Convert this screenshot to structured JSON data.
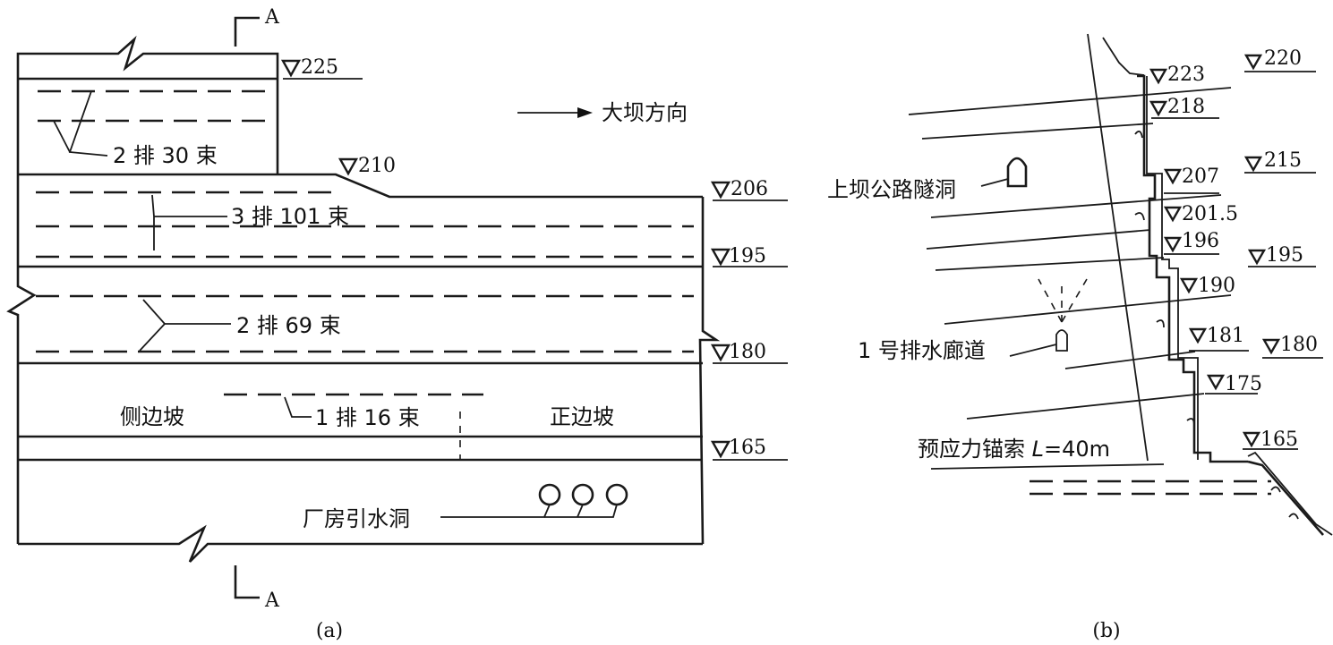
{
  "panel_a": {
    "section_mark_top": "A",
    "section_mark_bottom": "A",
    "direction_label": "大坝方向",
    "elevations": [
      "225",
      "210",
      "206",
      "195",
      "180",
      "165"
    ],
    "anchor_groups": [
      "2 排 30 束",
      "3 排 101 束",
      "2 排 69 束",
      "1 排 16 束"
    ],
    "side_slope": "侧边坡",
    "front_slope": "正边坡",
    "tunnel_label": "厂房引水洞",
    "caption": "(a)"
  },
  "panel_b": {
    "elevations": [
      "223",
      "220",
      "218",
      "215",
      "207",
      "201.5",
      "196",
      "195",
      "190",
      "181",
      "180",
      "175",
      "165"
    ],
    "road_tunnel": "上坝公路隧洞",
    "drain_gallery": "1 号排水廊道",
    "cable_prefix": "预应力锚索 ",
    "cable_var": "L",
    "cable_value": "=40m",
    "caption": "(b)"
  }
}
